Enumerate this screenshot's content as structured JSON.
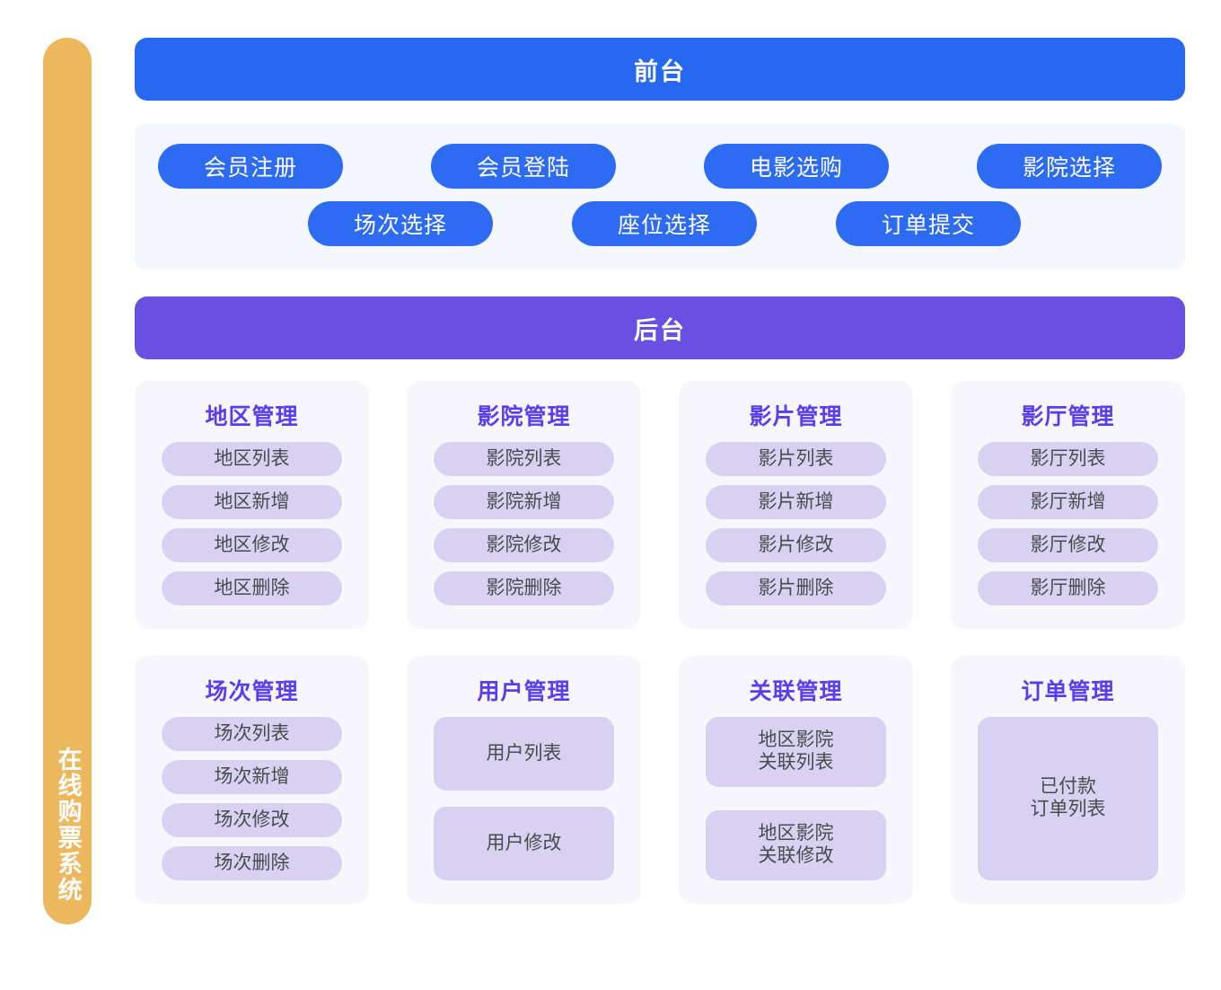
{
  "system": {
    "rail_title": "在线购票系统",
    "colors": {
      "rail": "#ecb85e",
      "front_band": "#2668f0",
      "back_band": "#6a50e2",
      "front_panel_bg": "#f4f8fe",
      "front_pill": "#2c6bf2",
      "card_bg": "#f7f6fd",
      "card_title": "#5b3df0",
      "item_bg": "#d8d1f2",
      "item_text": "#4a4a4f"
    }
  },
  "frontend": {
    "band_label": "前台",
    "row1": [
      {
        "label": "会员注册"
      },
      {
        "label": "会员登陆"
      },
      {
        "label": "电影选购"
      },
      {
        "label": "影院选择"
      }
    ],
    "row2": [
      {
        "label": "场次选择"
      },
      {
        "label": "座位选择"
      },
      {
        "label": "订单提交"
      }
    ]
  },
  "backend": {
    "band_label": "后台",
    "cards": [
      {
        "title": "地区管理",
        "items": [
          {
            "label": "地区列表"
          },
          {
            "label": "地区新增"
          },
          {
            "label": "地区修改"
          },
          {
            "label": "地区删除"
          }
        ]
      },
      {
        "title": "影院管理",
        "items": [
          {
            "label": "影院列表"
          },
          {
            "label": "影院新增"
          },
          {
            "label": "影院修改"
          },
          {
            "label": "影院删除"
          }
        ]
      },
      {
        "title": "影片管理",
        "items": [
          {
            "label": "影片列表"
          },
          {
            "label": "影片新增"
          },
          {
            "label": "影片修改"
          },
          {
            "label": "影片删除"
          }
        ]
      },
      {
        "title": "影厅管理",
        "items": [
          {
            "label": "影厅列表"
          },
          {
            "label": "影厅新增"
          },
          {
            "label": "影厅修改"
          },
          {
            "label": "影厅删除"
          }
        ]
      },
      {
        "title": "场次管理",
        "items": [
          {
            "label": "场次列表"
          },
          {
            "label": "场次新增"
          },
          {
            "label": "场次修改"
          },
          {
            "label": "场次删除"
          }
        ]
      },
      {
        "title": "用户管理",
        "items": [
          {
            "label": "用户列表"
          },
          {
            "label": "用户修改"
          }
        ]
      },
      {
        "title": "关联管理",
        "items": [
          {
            "label": "地区影院\n关联列表"
          },
          {
            "label": "地区影院\n关联修改"
          }
        ]
      },
      {
        "title": "订单管理",
        "items": [
          {
            "label": "已付款\n订单列表"
          }
        ]
      }
    ]
  }
}
